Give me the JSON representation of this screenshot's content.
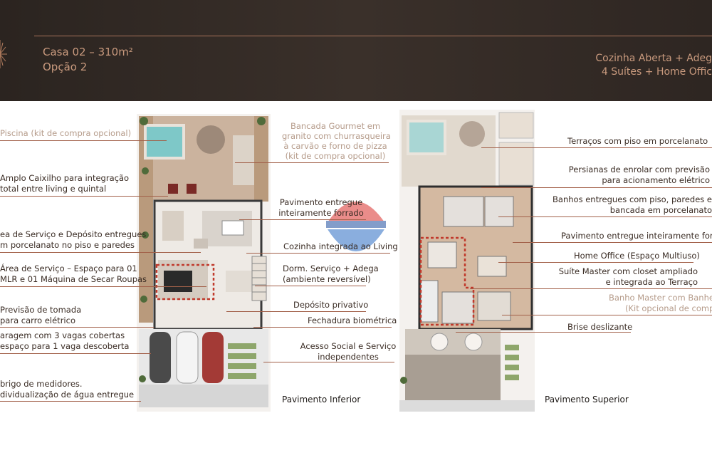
{
  "header": {
    "title_line1": "Casa 02 – 310m²",
    "title_line2": "Opção 2",
    "right_line1": "Cozinha Aberta + Adeg",
    "right_line2": "4 Suítes + Home Offic"
  },
  "left_labels": {
    "piscina": "Piscina (kit de compra opcional)",
    "caixilho_1": "Amplo Caixilho para integração",
    "caixilho_2": "total entre living e quintal",
    "area_deposito_1": "ea de Serviço e Depósito entregues",
    "area_deposito_2": "m porcelanato no piso e paredes",
    "area_servico_1": "Área de Serviço – Espaço para 01",
    "area_servico_2": "MLR e 01 Máquina de Secar Roupas",
    "tomada_1": "Previsão de tomada",
    "tomada_2": "para carro elétrico",
    "garagem_1": "aragem com 3 vagas cobertas",
    "garagem_2": "espaço para 1 vaga descoberta",
    "medidores_1": "brigo de medidores.",
    "medidores_2": "dividualização de água entregue"
  },
  "middle_labels": {
    "bancada_1": "Bancada Gourmet em",
    "bancada_2": "granito com churrasqueira",
    "bancada_3": "à carvão e forno de pizza",
    "bancada_4": "(kit de compra opcional)",
    "pavimento_1": "Pavimento entregue",
    "pavimento_2": "inteiramente forrado",
    "cozinha": "Cozinha integrada ao Living",
    "dorm_1": "Dorm. Serviço + Adega",
    "dorm_2": "(ambiente reversível)",
    "deposito": "Depósito privativo",
    "fechadura": "Fechadura biométrica",
    "acesso_1": "Acesso Social e Serviço",
    "acesso_2": "independentes"
  },
  "right_labels": {
    "terracos": "Terraços com piso em porcelanato",
    "persianas_1": "Persianas de enrolar com previsão",
    "persianas_2": "para acionamento elétrico",
    "banhos_1": "Banhos entregues com piso, paredes e",
    "banhos_2": "bancada em porcelanato",
    "pavimento": "Pavimento entregue inteiramente forra",
    "home_office": "Home Office (Espaço Multiuso)",
    "suite_1": "Suíte Master com closet ampliado",
    "suite_2": "e integrada ao Terraço",
    "banho_master_1": "Banho Master com Banheir",
    "banho_master_2": "(Kit opcional de compra",
    "brise": "Brise deslizante"
  },
  "captions": {
    "inferior": "Pavimento Inferior",
    "superior": "Pavimento Superior"
  },
  "colors": {
    "header_bg": "#2e2622",
    "accent": "#c99a7e",
    "leader": "#a26049",
    "highlight": "#c0392b"
  }
}
